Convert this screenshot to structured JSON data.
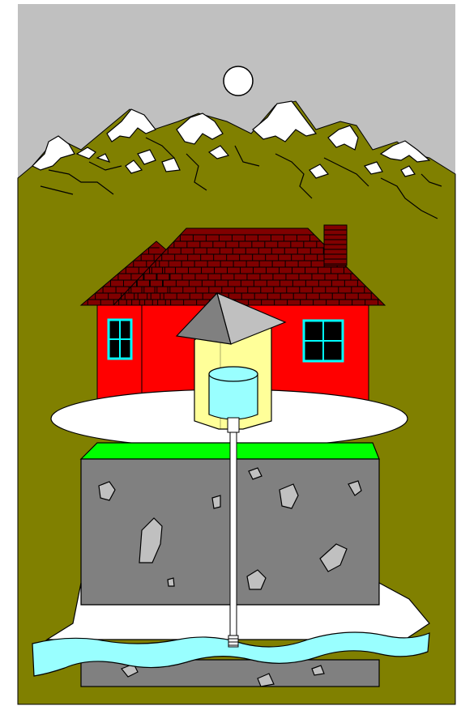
{
  "colors": {
    "sky": "#c0c0c0",
    "hill": "#808000",
    "snow": "#ffffff",
    "house_wall": "#ff0000",
    "roof": "#800000",
    "roof_lines": "#000000",
    "window_frame": "#00ffff",
    "window_glass": "#000000",
    "well_house": "#ffff99",
    "well_roof": "#808080",
    "well_roof_light": "#c0c0c0",
    "tank": "#99ffff",
    "grass": "#00ff00",
    "rock_layer": "#808080",
    "rock": "#c0c0c0",
    "aquifer": "#99ffff",
    "ground_disc": "#ffffff"
  },
  "elements": [
    "sun",
    "mountains",
    "house",
    "chimney",
    "left-window",
    "right-window",
    "well-house",
    "water-tank",
    "well-pipe",
    "ground-disc",
    "grass-layer",
    "bedrock-layer",
    "rocks",
    "aquifer-layer",
    "well-screen",
    "lower-rock-layer"
  ]
}
